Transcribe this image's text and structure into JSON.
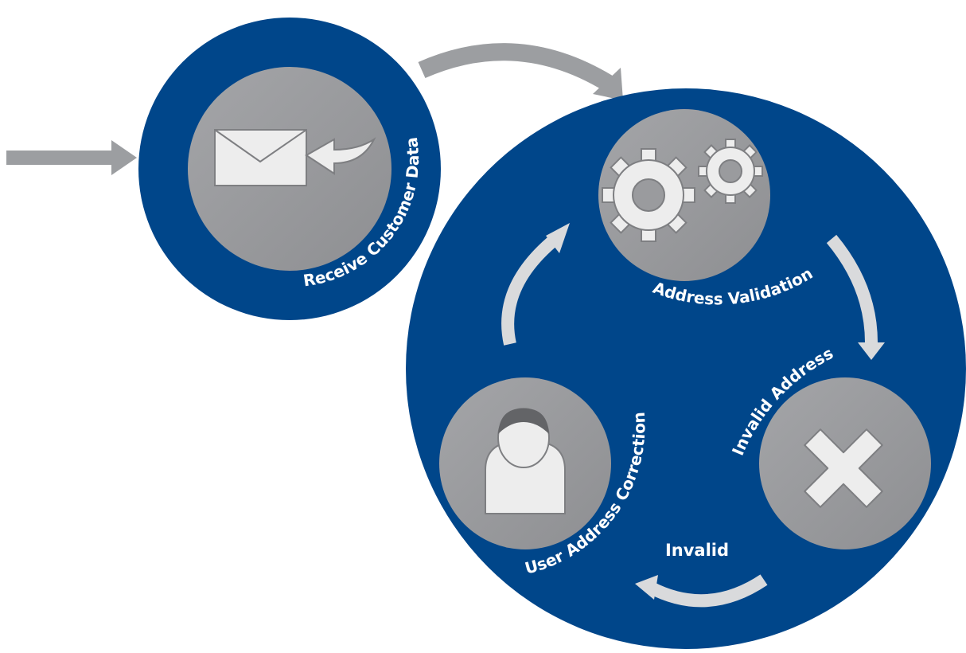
{
  "diagram": {
    "steps": {
      "receive": {
        "label": "Receive Customer Data",
        "icon": "envelope-icon"
      },
      "validation": {
        "label": "Address Validation",
        "icon": "gears-icon"
      },
      "correction": {
        "label": "User Address Correction",
        "icon": "user-icon"
      },
      "invalid": {
        "icon": "x-mark-icon"
      }
    },
    "flow_labels": {
      "invalid_address": "Invalid Address",
      "invalid": "Invalid"
    }
  },
  "colors": {
    "navy": "#00468A",
    "node_gray": "#9A9B9E",
    "arrow_gray": "#9C9EA1",
    "arrow_light": "#D9DADC",
    "icon_fill": "#EDEDED"
  }
}
